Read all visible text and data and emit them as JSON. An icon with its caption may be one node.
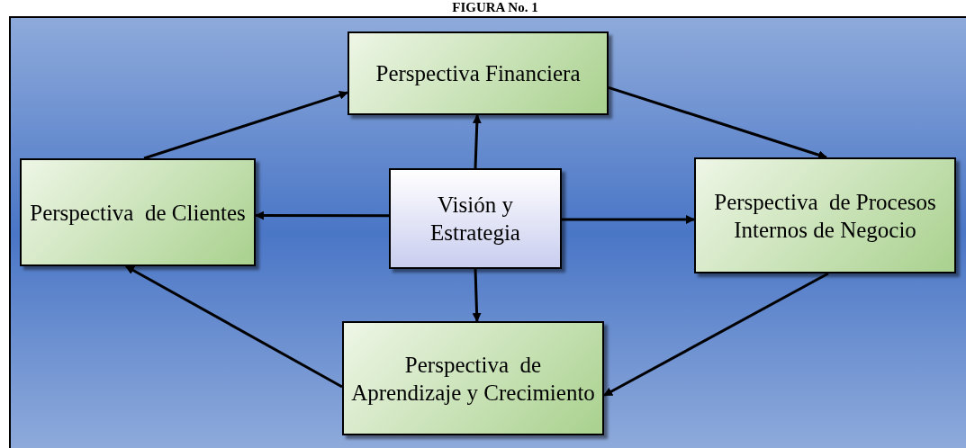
{
  "diagram": {
    "title": "FIGURA No. 1",
    "nodes": [
      {
        "text": [
          "Perspectiva Financiera"
        ]
      },
      {
        "text": [
          "Perspectiva  de Clientes"
        ]
      },
      {
        "text": [
          "Visión y Estrategia"
        ]
      },
      {
        "text": [
          "Perspectiva  de Procesos Internos de Negocio"
        ]
      },
      {
        "text": [
          "Perspectiva  de Aprendizaje y Crecimiento"
        ]
      }
    ],
    "edges": [
      {
        "from": 1,
        "to": 0,
        "arrow": "to"
      },
      {
        "from": 0,
        "to": 3,
        "arrow": "to"
      },
      {
        "from": 3,
        "to": 4,
        "arrow": "to"
      },
      {
        "from": 4,
        "to": 1,
        "arrow": "to"
      },
      {
        "from": 2,
        "to": 0,
        "arrow": "to"
      },
      {
        "from": 2,
        "to": 1,
        "arrow": "to"
      },
      {
        "from": 2,
        "to": 3,
        "arrow": "to"
      },
      {
        "from": 2,
        "to": 4,
        "arrow": "to"
      }
    ]
  }
}
